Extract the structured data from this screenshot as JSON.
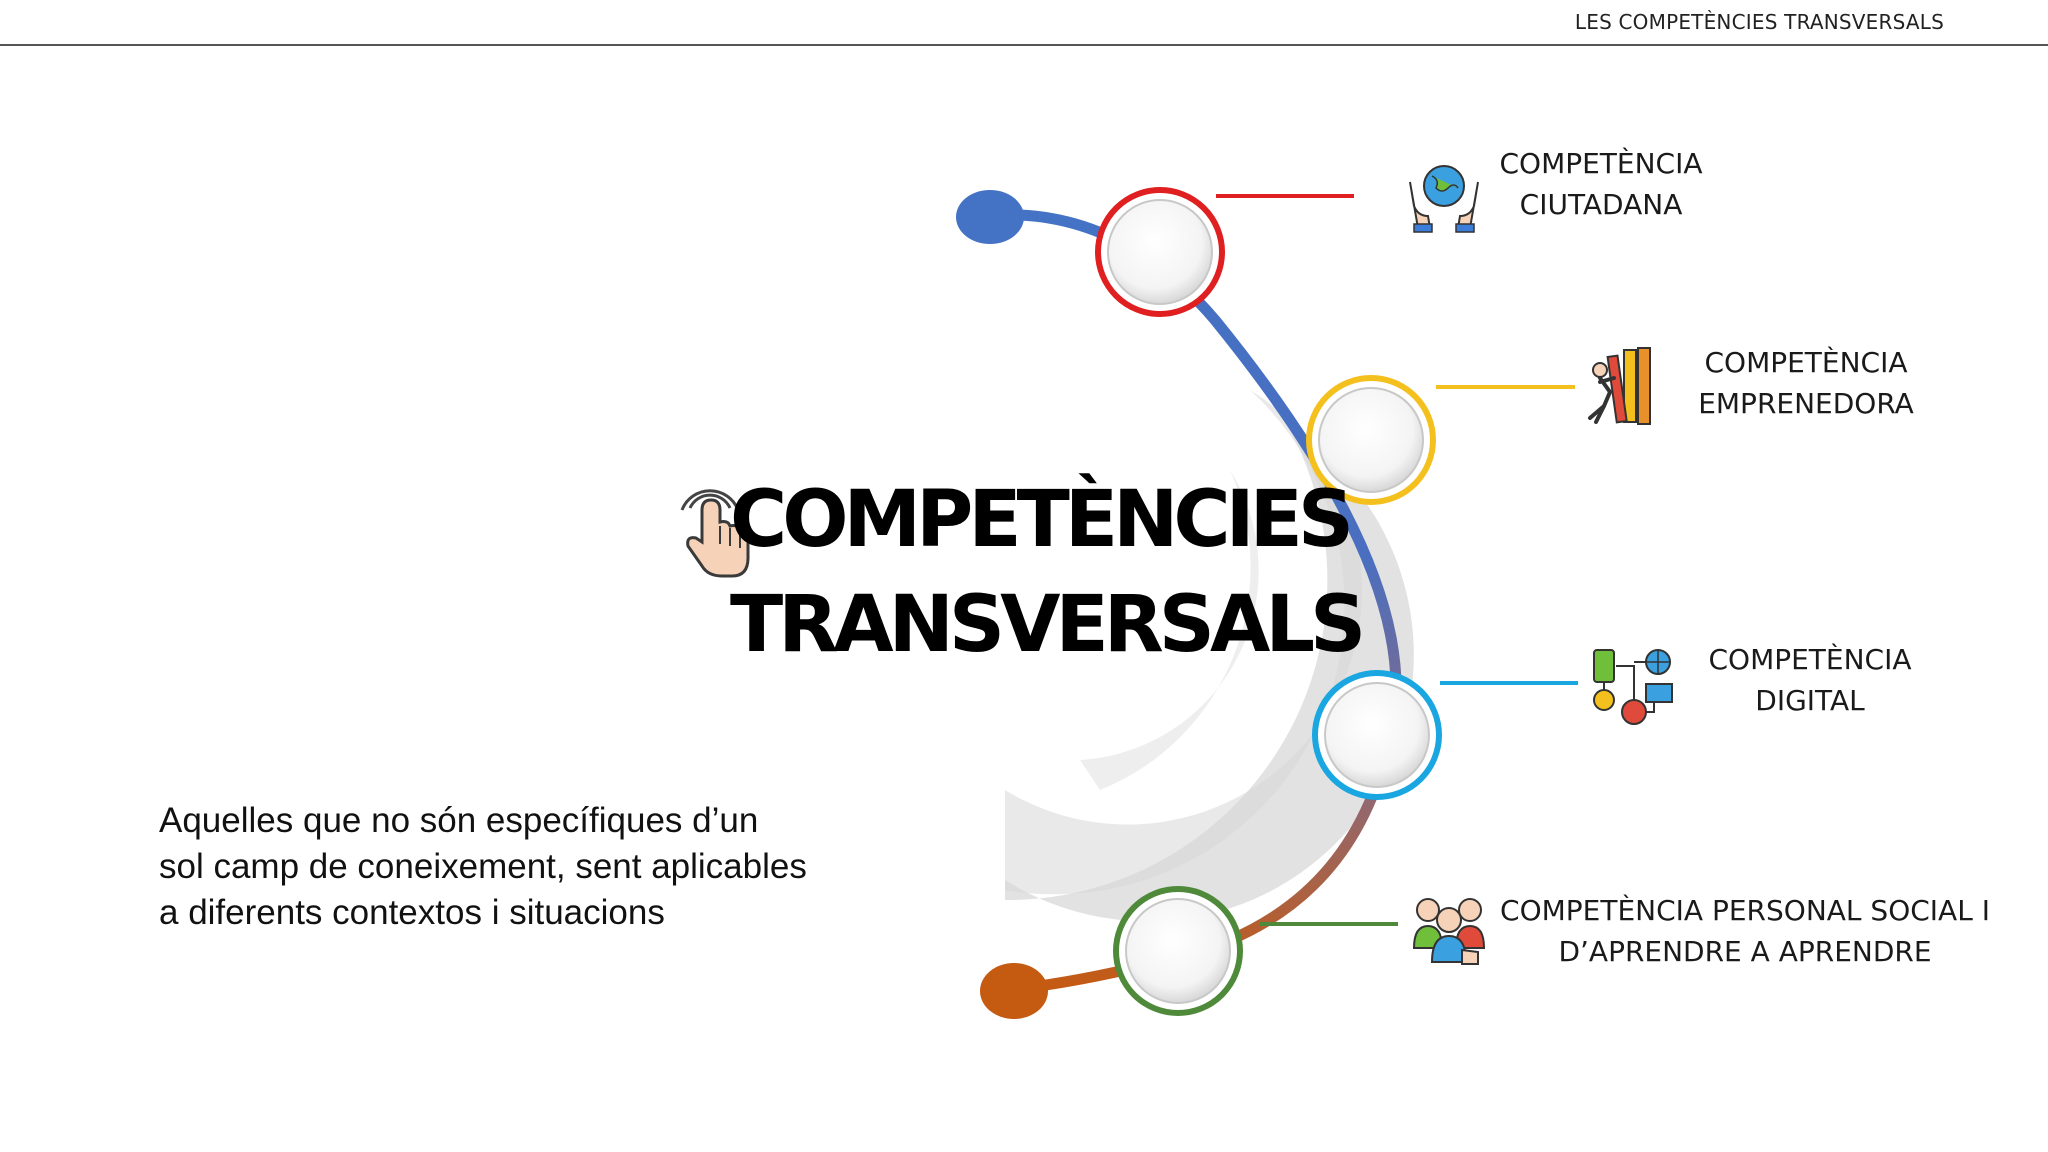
{
  "header": {
    "title": "LES COMPETÈNCIES TRANSVERSALS"
  },
  "main_title": {
    "line1": "COMPETÈNCIES",
    "line2": "TRANSVERSALS"
  },
  "competencies": [
    {
      "line1": "COMPETÈNCIA",
      "line2": "CIUTADANA",
      "color": "#e02020",
      "icon": "globe-in-hands-icon"
    },
    {
      "line1": "COMPETÈNCIA",
      "line2": "EMPRENEDORA",
      "color": "#f4c01e",
      "icon": "person-pushing-blocks-icon"
    },
    {
      "line1": "COMPETÈNCIA",
      "line2": "DIGITAL",
      "color": "#1aa6e0",
      "icon": "connected-devices-icon"
    },
    {
      "line1": "COMPETÈNCIA PERSONAL SOCIAL I",
      "line2": "D’APRENDRE A APRENDRE",
      "color": "#4e8a3a",
      "icon": "group-of-people-icon"
    }
  ],
  "description": "Aquelles que no són específiques d’un sol camp de coneixement, sent aplicables a diferents contextos i situacions",
  "arc_colors": {
    "start": "#4472c4",
    "end": "#c55a11"
  }
}
